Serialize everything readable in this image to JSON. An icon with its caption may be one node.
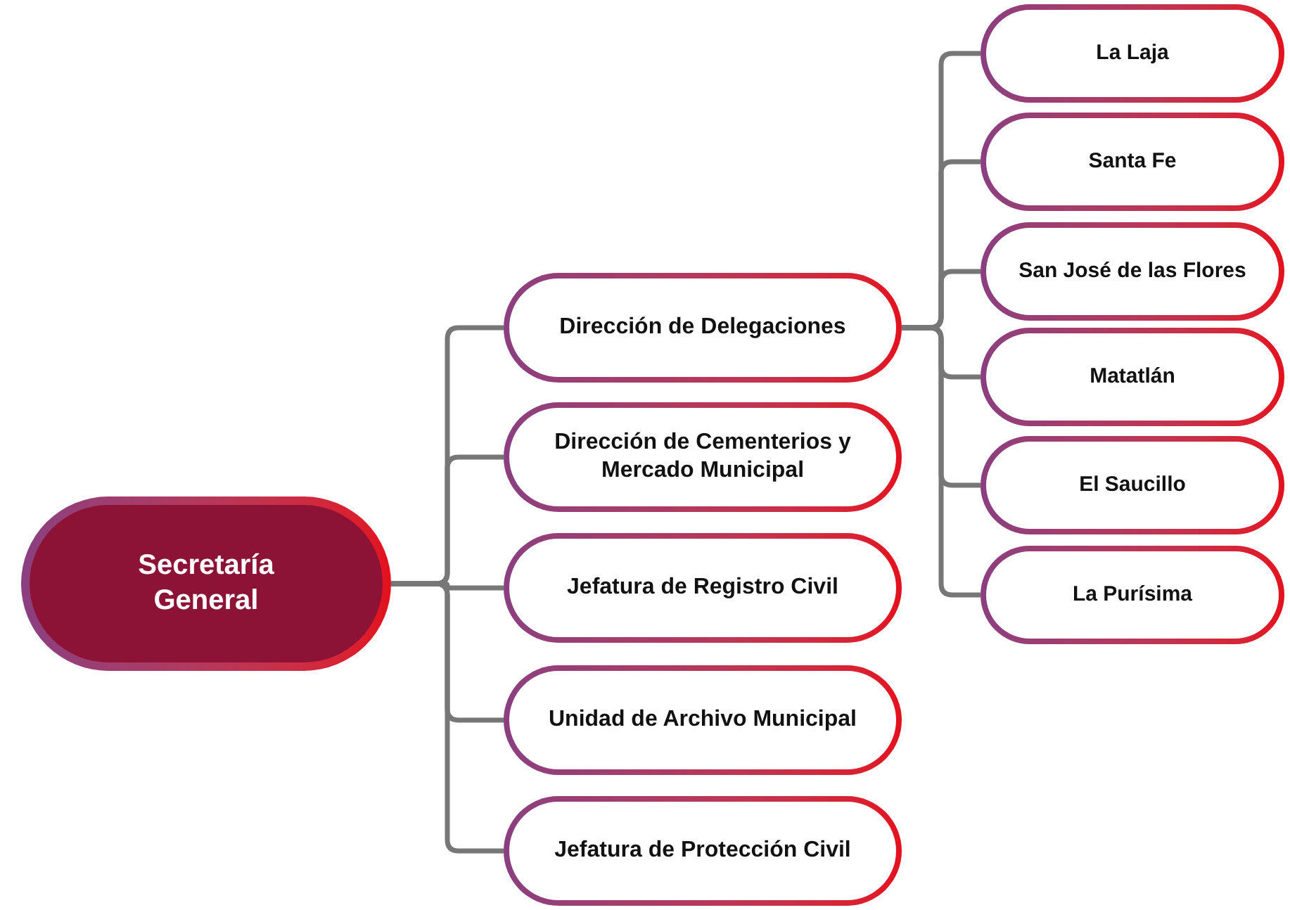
{
  "diagram": {
    "nodes": [
      {
        "text": [
          "Secretaría General"
        ]
      },
      {
        "text": [
          "Dirección de Delegaciones"
        ]
      },
      {
        "text": [
          "Dirección de Cementerios y Mercado Municipal"
        ]
      },
      {
        "text": [
          "Jefatura de Registro Civil"
        ]
      },
      {
        "text": [
          "Unidad de Archivo Municipal"
        ]
      },
      {
        "text": [
          "Jefatura de Protección Civil"
        ]
      },
      {
        "text": [
          "La Laja"
        ]
      },
      {
        "text": [
          "Santa Fe"
        ]
      },
      {
        "text": [
          "San José de las Flores"
        ]
      },
      {
        "text": [
          "Matatlán"
        ]
      },
      {
        "text": [
          "El Saucillo"
        ]
      },
      {
        "text": [
          "La Purísima"
        ]
      }
    ],
    "edges": [
      {
        "from": 0,
        "to": 1,
        "arrow": "none"
      },
      {
        "from": 0,
        "to": 2,
        "arrow": "none"
      },
      {
        "from": 0,
        "to": 3,
        "arrow": "none"
      },
      {
        "from": 0,
        "to": 4,
        "arrow": "none"
      },
      {
        "from": 0,
        "to": 5,
        "arrow": "none"
      },
      {
        "from": 1,
        "to": 6,
        "arrow": "none"
      },
      {
        "from": 1,
        "to": 7,
        "arrow": "none"
      },
      {
        "from": 1,
        "to": 8,
        "arrow": "none"
      },
      {
        "from": 1,
        "to": 9,
        "arrow": "none"
      },
      {
        "from": 1,
        "to": 10,
        "arrow": "none"
      },
      {
        "from": 1,
        "to": 11,
        "arrow": "none"
      }
    ]
  }
}
